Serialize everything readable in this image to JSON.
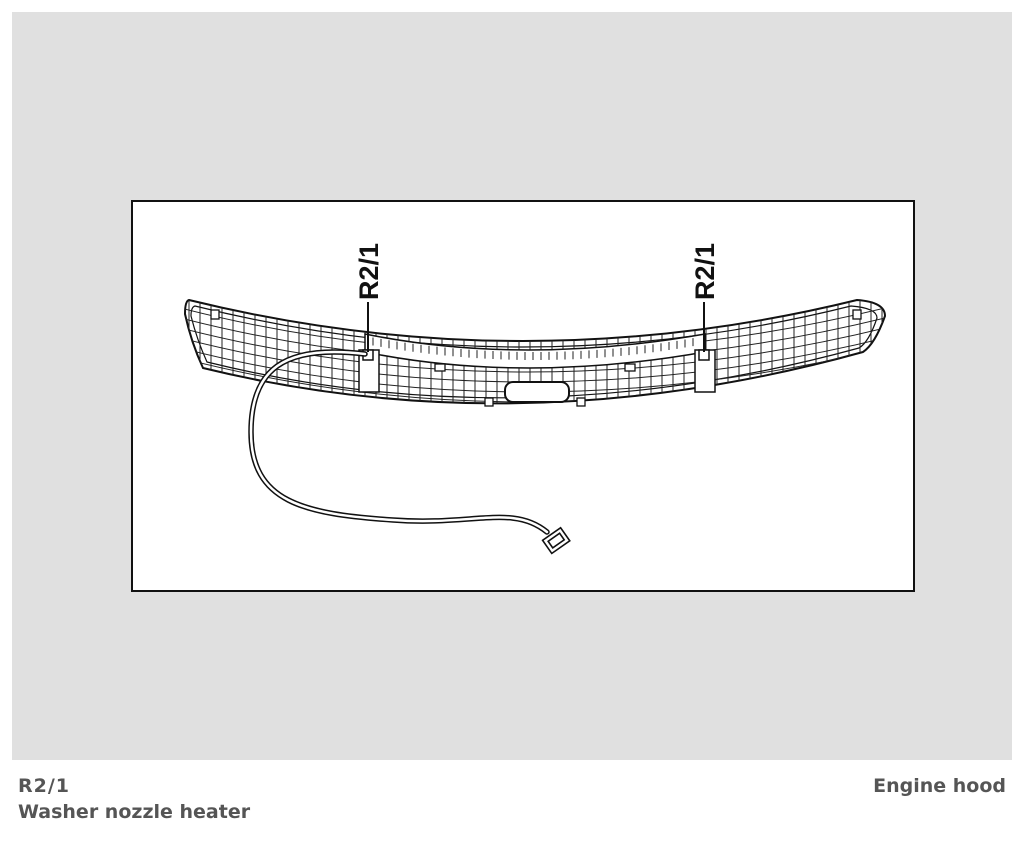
{
  "diagram": {
    "callouts": [
      {
        "id": "left",
        "label": "R2/1"
      },
      {
        "id": "right",
        "label": "R2/1"
      }
    ]
  },
  "caption": {
    "component_code": "R2/1",
    "component_name": "Washer nozzle heater",
    "location": "Engine hood"
  }
}
